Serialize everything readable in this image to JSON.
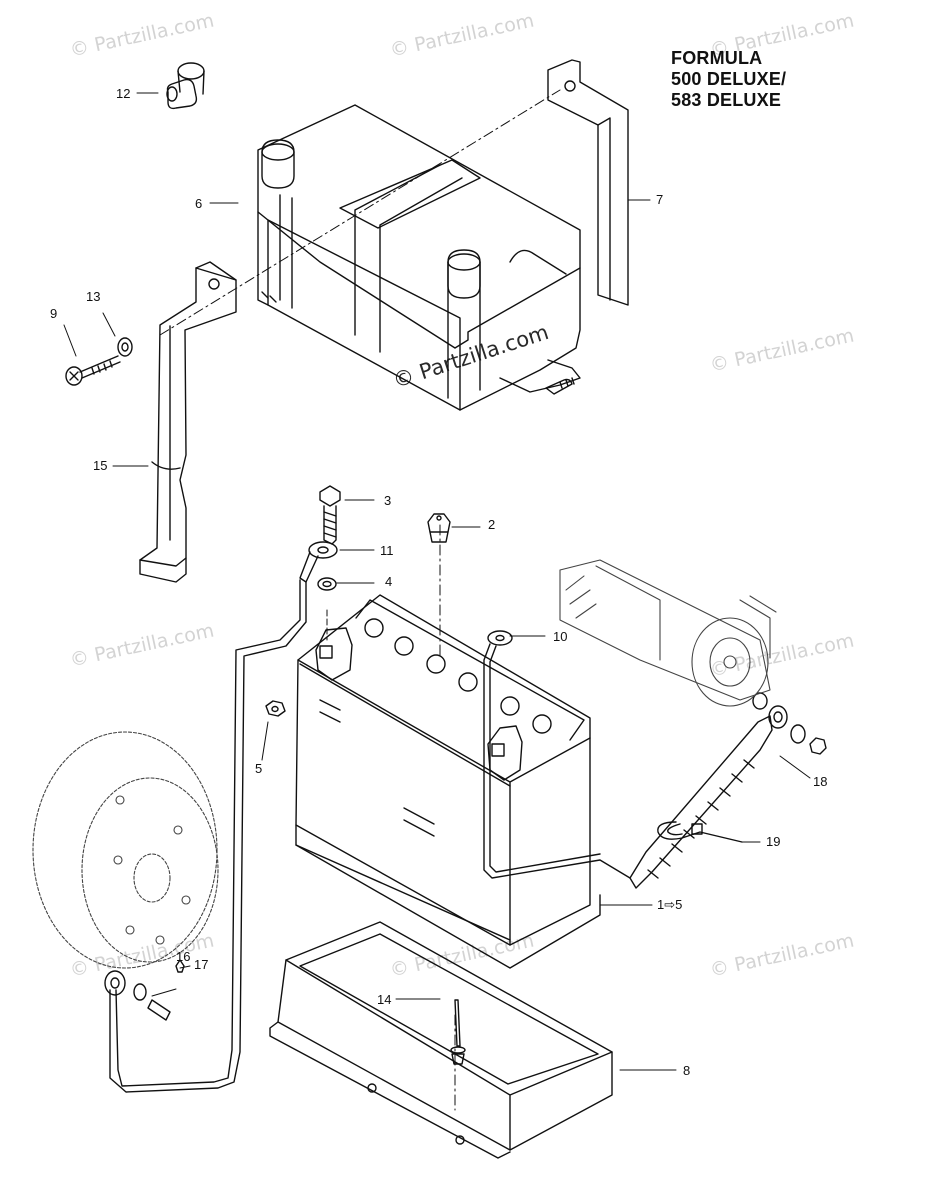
{
  "title_lines": [
    "FORMULA",
    "500 DELUXE/",
    "583 DELUXE"
  ],
  "watermark": "© Partzilla.com",
  "callouts": {
    "c12": "12",
    "c6": "6",
    "c7": "7",
    "c13": "13",
    "c9": "9",
    "c15": "15",
    "c3": "3",
    "c2": "2",
    "c11": "11",
    "c4": "4",
    "c10": "10",
    "c5": "5",
    "c18": "18",
    "c19": "19",
    "c1to5": "1⇨5",
    "c16": "16",
    "c17": "17",
    "c14": "14",
    "c8": "8"
  }
}
